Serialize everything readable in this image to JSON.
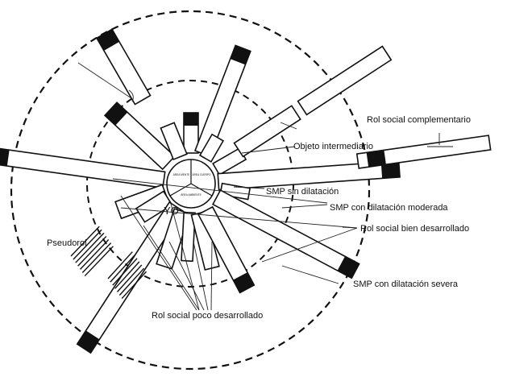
{
  "diagram": {
    "center_label": "YO",
    "center_sectors": [
      "ÁREA MENTE",
      "ÁREA CUERPO",
      "ÁREA AMBIENTE"
    ],
    "labels": {
      "rol_complementario": "Rol social complementario",
      "objeto_intermediario": "Objeto intermediario",
      "smp_sin_dilatacion": "SMP sin dilatación",
      "smp_dilatacion_moderada": "SMP con dilatación moderada",
      "rol_bien_desarrollado": "Rol social bien desarrollado",
      "pseudorol": "Pseudorol",
      "smp_dilatacion_severa": "SMP con dilatación severa",
      "rol_poco_desarrollado": "Rol social poco desarrollado"
    }
  }
}
